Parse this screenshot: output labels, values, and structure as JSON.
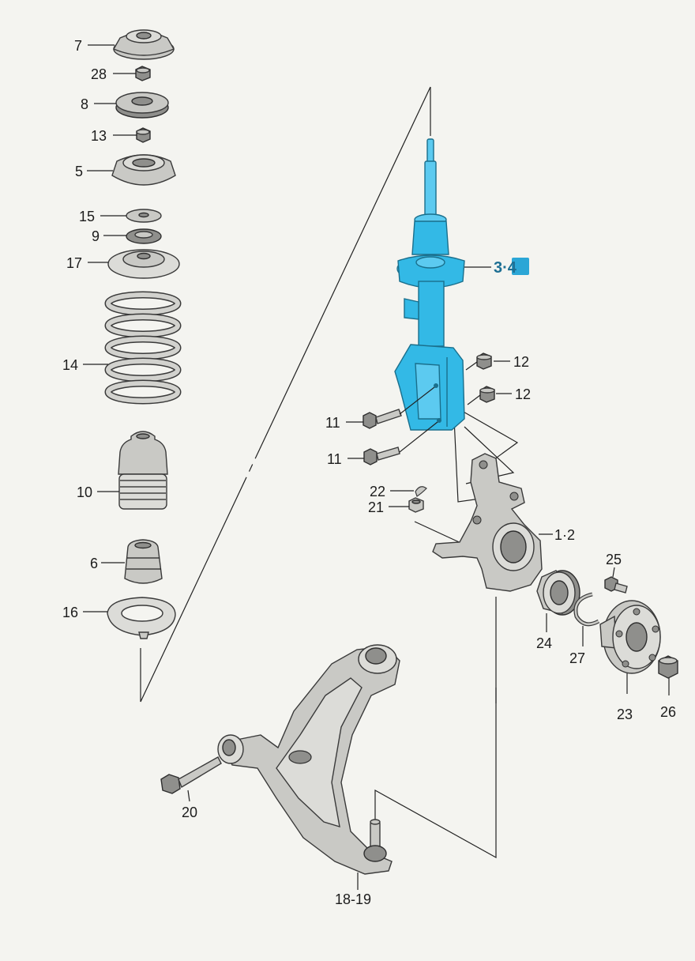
{
  "parts": {
    "p7": "7",
    "p28": "28",
    "p8": "8",
    "p13": "13",
    "p5": "5",
    "p15": "15",
    "p9": "9",
    "p17": "17",
    "p14": "14",
    "p10": "10",
    "p6": "6",
    "p16": "16",
    "p20": "20",
    "p1819": "18-19",
    "p34": "3·4",
    "p12a": "12",
    "p12b": "12",
    "p11a": "11",
    "p11b": "11",
    "p22": "22",
    "p21": "21",
    "p12knuckle": "1·2",
    "p25": "25",
    "p24": "24",
    "p27": "27",
    "p23": "23",
    "p26": "26"
  },
  "colors": {
    "highlight": "#2ba6d6",
    "strut": "#33b9e6",
    "metal": "#c9c9c5",
    "background": "#f4f4f0"
  }
}
